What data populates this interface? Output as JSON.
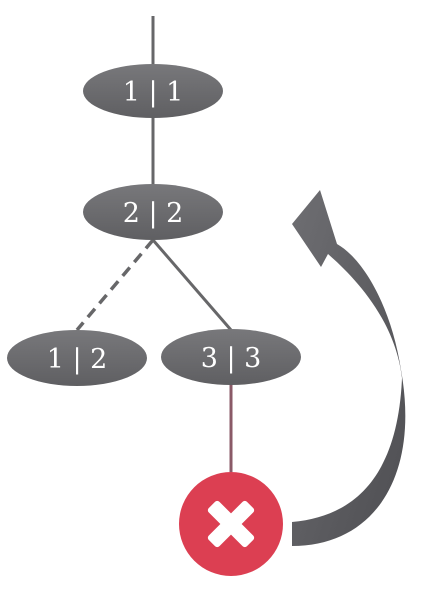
{
  "nodes": [
    {
      "id": "root",
      "label": "1 | 1"
    },
    {
      "id": "second",
      "label": "2 | 2"
    },
    {
      "id": "left",
      "label": "1 | 2"
    },
    {
      "id": "right",
      "label": "3 | 3"
    }
  ],
  "error_marker": {
    "icon": "close-x-icon",
    "color": "#dc3f52"
  },
  "colors": {
    "node_fill": "#6b6b6e",
    "edge": "#676769",
    "red_edge": "#8a5a67",
    "arrow": "#58585b"
  }
}
